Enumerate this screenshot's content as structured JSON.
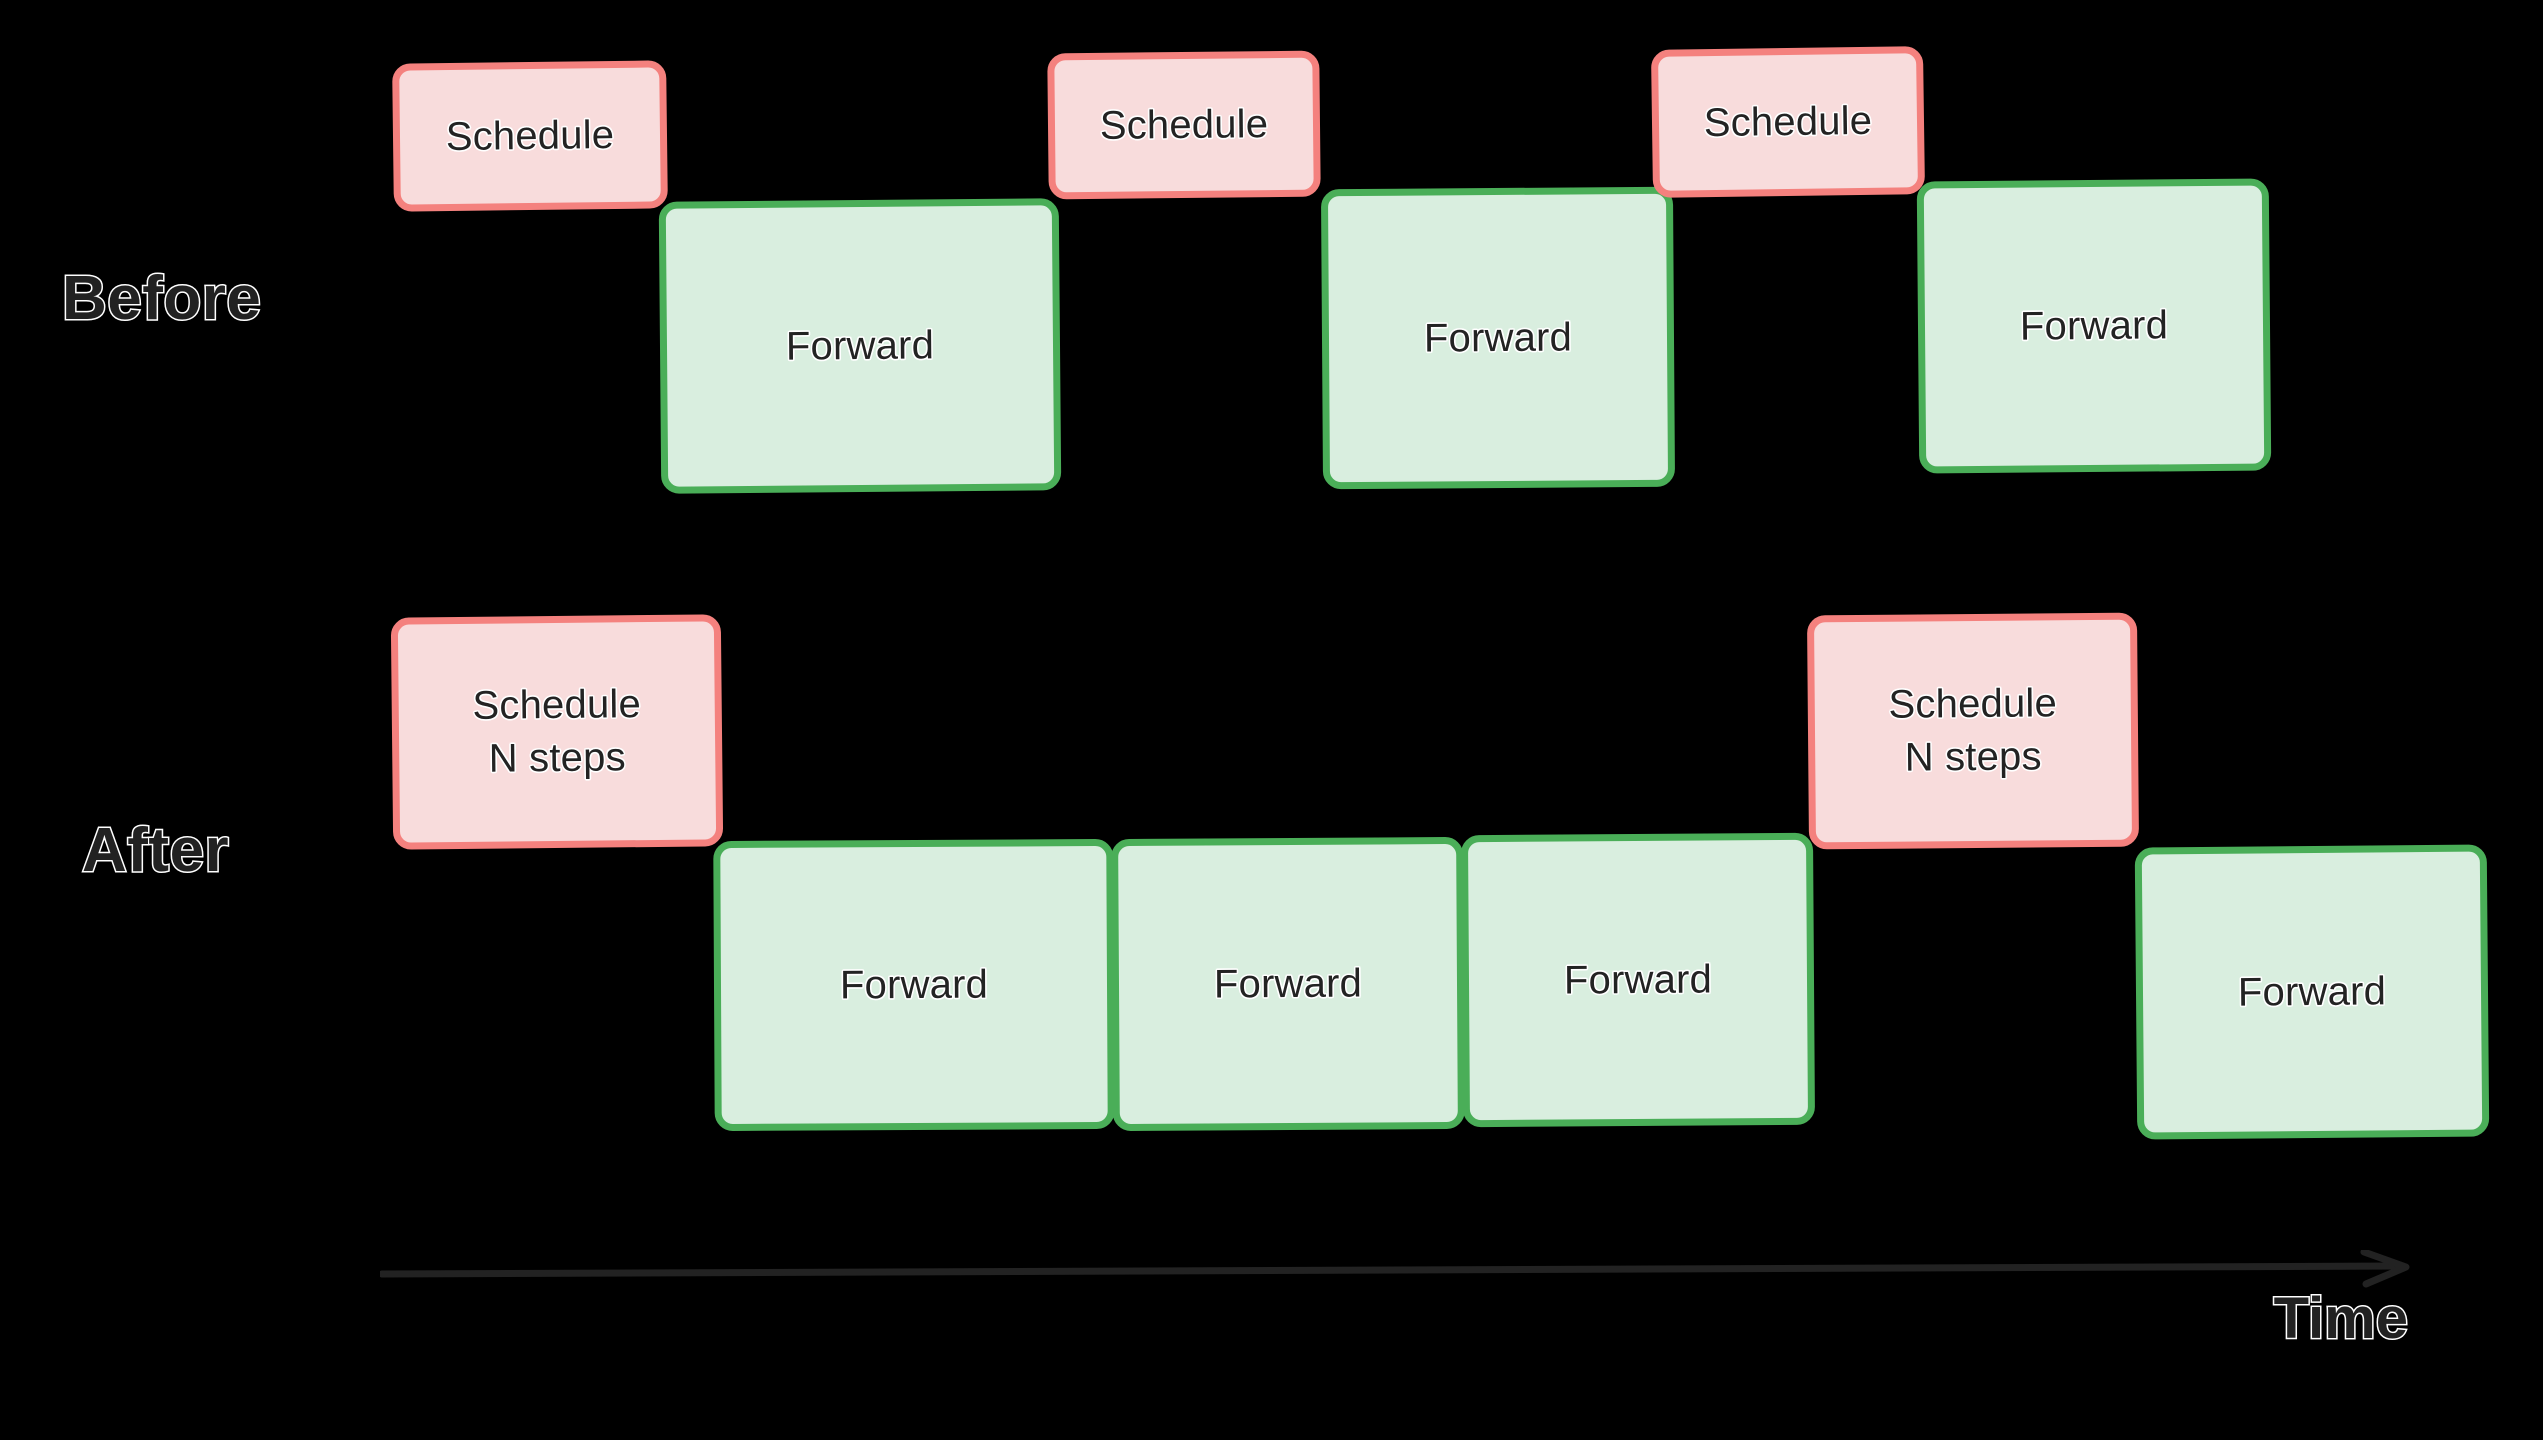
{
  "diagram": {
    "title": "Scheduling timeline: Before vs After",
    "background_color": "#000000",
    "colors": {
      "schedule_fill": "#f8dcdc",
      "schedule_border": "#f4817e",
      "forward_fill": "#d9eedf",
      "forward_border": "#4aae58",
      "text": "#232323",
      "text_outline": "#ffffff",
      "axis": "#222222"
    }
  },
  "rows": {
    "before": {
      "label": "Before",
      "blocks": [
        {
          "kind": "schedule",
          "label": "Schedule"
        },
        {
          "kind": "forward",
          "label": "Forward"
        },
        {
          "kind": "schedule",
          "label": "Schedule"
        },
        {
          "kind": "forward",
          "label": "Forward"
        },
        {
          "kind": "schedule",
          "label": "Schedule"
        },
        {
          "kind": "forward",
          "label": "Forward"
        }
      ]
    },
    "after": {
      "label": "After",
      "blocks": [
        {
          "kind": "schedule",
          "label": "Schedule\nN steps"
        },
        {
          "kind": "forward",
          "label": "Forward"
        },
        {
          "kind": "forward",
          "label": "Forward"
        },
        {
          "kind": "forward",
          "label": "Forward"
        },
        {
          "kind": "schedule",
          "label": "Schedule\nN steps"
        },
        {
          "kind": "forward",
          "label": "Forward"
        }
      ]
    }
  },
  "axis": {
    "label": "Time",
    "direction": "left-to-right",
    "arrowhead": "right"
  }
}
